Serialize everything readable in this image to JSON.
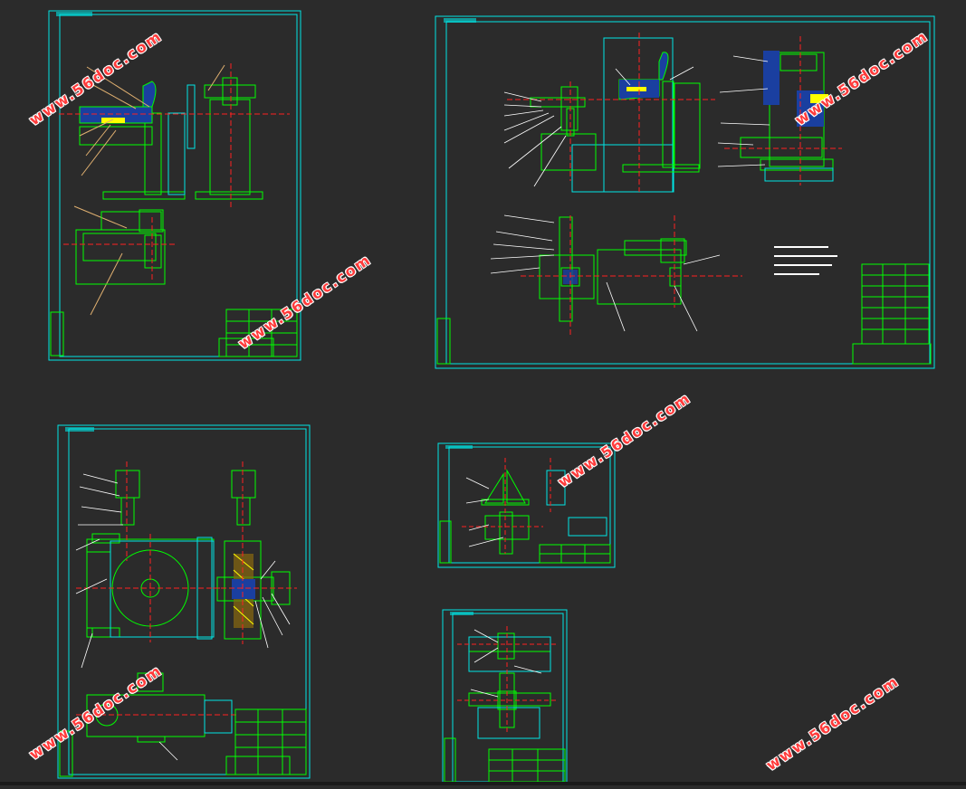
{
  "watermark": {
    "text": "www.56doc.com",
    "color": "#ff3b3b"
  },
  "colors": {
    "background": "#2b2b2b",
    "frame": "#00e5e5",
    "geometry": "#00ff00",
    "centerline": "#ff2020",
    "hatch": "#ffff00",
    "fill_blue": "#1a3fa0",
    "leader": "#ffffff",
    "tan_leader": "#e0b070"
  },
  "sheets": [
    {
      "id": "sheet-1"
    },
    {
      "id": "sheet-2"
    },
    {
      "id": "sheet-3"
    },
    {
      "id": "sheet-4"
    },
    {
      "id": "sheet-5"
    }
  ]
}
